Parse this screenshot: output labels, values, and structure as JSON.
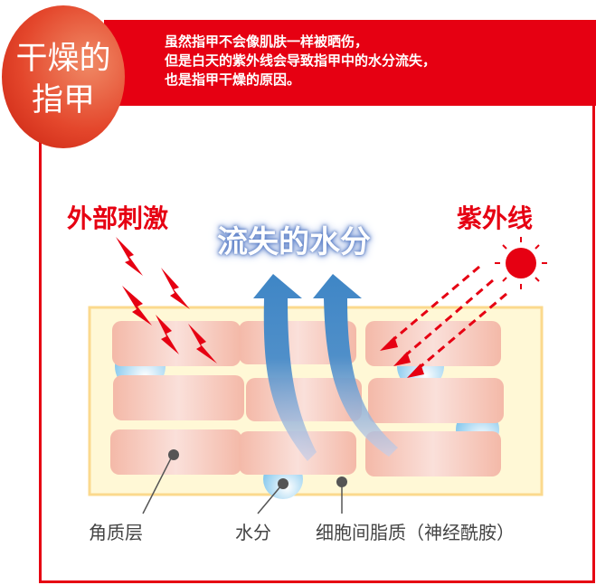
{
  "badge": {
    "line1": "干燥的",
    "line2": "指甲"
  },
  "intro": {
    "line1": "虽然指甲不会像肌肤一样被晒伤，",
    "line2": "但是白天的紫外线会导致指甲中的水分流失，",
    "line3": "也是指甲干燥的原因。"
  },
  "diagram": {
    "external_stimulus": "外部刺激",
    "water_loss": "流失的水分",
    "uv": "紫外线",
    "labels": {
      "stratum_corneum": "角质层",
      "water": "水分",
      "lipid": "细胞间脂质（神经酰胺）"
    }
  },
  "colors": {
    "brand_red": "#e60012",
    "cell": "#f6c4b6",
    "skin_bg": "#fff8d6",
    "water": "#9fd4f0",
    "arrow": "#4a8cc8"
  }
}
